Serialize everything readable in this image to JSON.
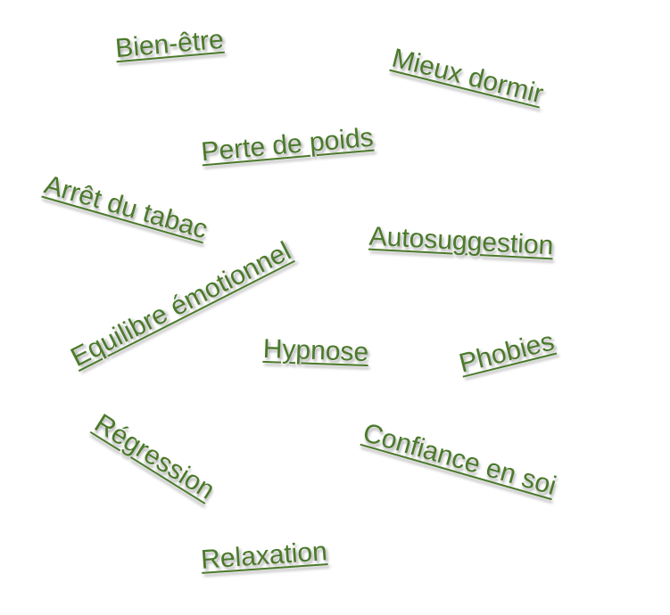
{
  "theme": {
    "link_color": "#4b7a2b",
    "background": "#ffffff"
  },
  "tags": [
    "Bien-être",
    "Mieux dormir",
    "Perte de poids",
    "Arrêt du tabac",
    "Autosuggestion",
    "Equilibre émotionnel",
    "Hypnose",
    "Phobies",
    "Régression",
    "Confiance en soi",
    "Relaxation"
  ]
}
